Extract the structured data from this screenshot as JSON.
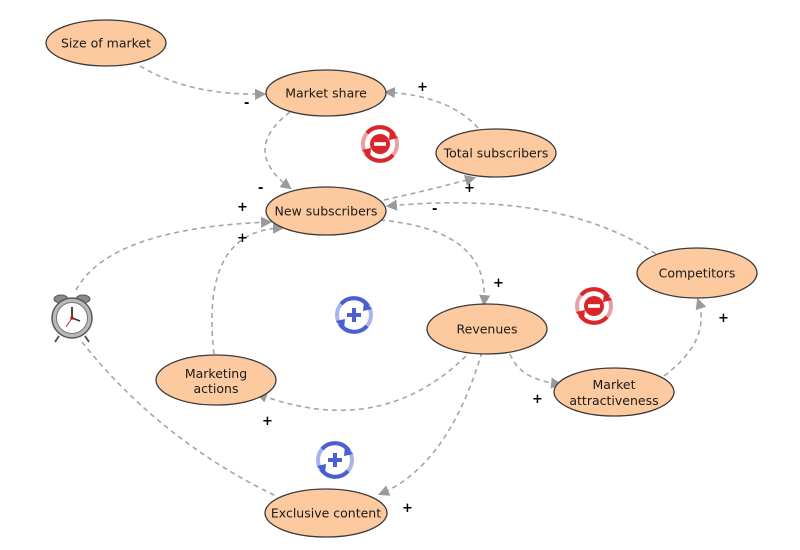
{
  "nodes": {
    "size_of_market": "Size of market",
    "market_share": "Market share",
    "total_subscribers": "Total subscribers",
    "new_subscribers": "New subscribers",
    "competitors": "Competitors",
    "revenues": "Revenues",
    "marketing_actions": [
      "Marketing",
      "actions"
    ],
    "market_attractiveness": [
      "Market",
      "attractiveness"
    ],
    "exclusive_content": "Exclusive content"
  },
  "polarities": {
    "size_to_share": "-",
    "total_to_share": "+",
    "share_to_new": "-",
    "new_to_total": "+",
    "competitors_to_new": "-",
    "clock_to_new": "+",
    "marketing_to_new": "+",
    "new_to_revenues": "+",
    "revenues_to_marketing": "+",
    "revenues_to_attractiveness": "+",
    "attractiveness_to_competitors": "+",
    "revenues_to_exclusive": "+"
  },
  "loops": [
    {
      "type": "balancing",
      "symbol": "−",
      "color": "#d9262b"
    },
    {
      "type": "balancing",
      "symbol": "−",
      "color": "#d9262b"
    },
    {
      "type": "reinforcing",
      "symbol": "+",
      "color": "#4a5fd1"
    },
    {
      "type": "reinforcing",
      "symbol": "+",
      "color": "#4a5fd1"
    }
  ],
  "icons": {
    "delay": "alarm-clock-icon"
  }
}
